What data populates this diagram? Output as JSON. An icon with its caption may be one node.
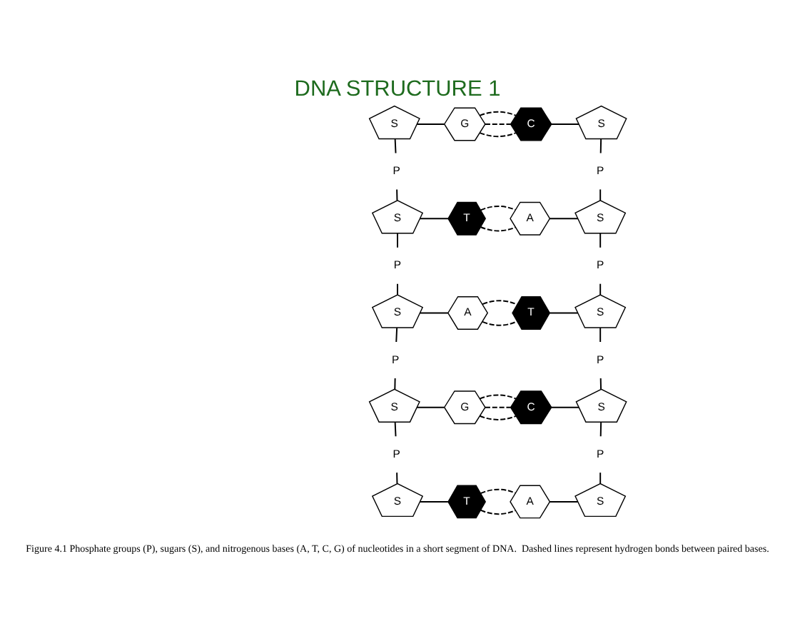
{
  "diagram": {
    "title": "DNA STRUCTURE 1",
    "caption": "Figure 4.1 Phosphate groups (P), sugars (S), and nitrogenous bases (A, T, C, G) of nucleotides in a short segment of DNA.  Dashed lines represent hydrogen bonds between paired bases.",
    "nodes": [
      {
        "text": [
          "S"
        ]
      },
      {
        "text": [
          "G"
        ]
      },
      {
        "text": [
          "C"
        ]
      },
      {
        "text": [
          "S"
        ]
      },
      {
        "text": [
          "P"
        ]
      },
      {
        "text": [
          "P"
        ]
      },
      {
        "text": [
          "S"
        ]
      },
      {
        "text": [
          "T"
        ]
      },
      {
        "text": [
          "A"
        ]
      },
      {
        "text": [
          "S"
        ]
      },
      {
        "text": [
          "P"
        ]
      },
      {
        "text": [
          "P"
        ]
      },
      {
        "text": [
          "S"
        ]
      },
      {
        "text": [
          "A"
        ]
      },
      {
        "text": [
          "T"
        ]
      },
      {
        "text": [
          "S"
        ]
      },
      {
        "text": [
          "P"
        ]
      },
      {
        "text": [
          "P"
        ]
      },
      {
        "text": [
          "S"
        ]
      },
      {
        "text": [
          "G"
        ]
      },
      {
        "text": [
          "C"
        ]
      },
      {
        "text": [
          "S"
        ]
      },
      {
        "text": [
          "P"
        ]
      },
      {
        "text": [
          "P"
        ]
      },
      {
        "text": [
          "S"
        ]
      },
      {
        "text": [
          "T"
        ]
      },
      {
        "text": [
          "A"
        ]
      },
      {
        "text": [
          "S"
        ]
      }
    ],
    "edges": [
      {
        "from": 0,
        "to": 1,
        "arrow": "none"
      },
      {
        "from": 1,
        "to": 2,
        "arrow": "none",
        "style": "dashed"
      },
      {
        "from": 1,
        "to": 2,
        "arrow": "none",
        "style": "dashed"
      },
      {
        "from": 1,
        "to": 2,
        "arrow": "none",
        "style": "dashed"
      },
      {
        "from": 2,
        "to": 3,
        "arrow": "none"
      },
      {
        "from": 0,
        "to": 4,
        "arrow": "none"
      },
      {
        "from": 3,
        "to": 5,
        "arrow": "none"
      },
      {
        "from": 4,
        "to": 6,
        "arrow": "none"
      },
      {
        "from": 5,
        "to": 9,
        "arrow": "none"
      },
      {
        "from": 6,
        "to": 7,
        "arrow": "none"
      },
      {
        "from": 7,
        "to": 8,
        "arrow": "none",
        "style": "dashed"
      },
      {
        "from": 7,
        "to": 8,
        "arrow": "none",
        "style": "dashed"
      },
      {
        "from": 8,
        "to": 9,
        "arrow": "none"
      },
      {
        "from": 9,
        "to": 10,
        "arrow": "none"
      },
      {
        "from": 6,
        "to": 11,
        "arrow": "none"
      },
      {
        "from": 10,
        "to": 15,
        "arrow": "none"
      },
      {
        "from": 11,
        "to": 12,
        "arrow": "none"
      },
      {
        "from": 12,
        "to": 13,
        "arrow": "none"
      },
      {
        "from": 13,
        "to": 14,
        "arrow": "none",
        "style": "dashed"
      },
      {
        "from": 13,
        "to": 14,
        "arrow": "none",
        "style": "dashed"
      },
      {
        "from": 14,
        "to": 15,
        "arrow": "none"
      },
      {
        "from": 15,
        "to": 16,
        "arrow": "none"
      },
      {
        "from": 12,
        "to": 17,
        "arrow": "none"
      },
      {
        "from": 16,
        "to": 21,
        "arrow": "none"
      },
      {
        "from": 17,
        "to": 18,
        "arrow": "none"
      },
      {
        "from": 18,
        "to": 19,
        "arrow": "none"
      },
      {
        "from": 19,
        "to": 20,
        "arrow": "none",
        "style": "dashed"
      },
      {
        "from": 19,
        "to": 20,
        "arrow": "none",
        "style": "dashed"
      },
      {
        "from": 19,
        "to": 20,
        "arrow": "none",
        "style": "dashed"
      },
      {
        "from": 20,
        "to": 21,
        "arrow": "none"
      },
      {
        "from": 21,
        "to": 22,
        "arrow": "none"
      },
      {
        "from": 18,
        "to": 23,
        "arrow": "none"
      },
      {
        "from": 22,
        "to": 27,
        "arrow": "none"
      },
      {
        "from": 23,
        "to": 24,
        "arrow": "none"
      },
      {
        "from": 24,
        "to": 25,
        "arrow": "none"
      },
      {
        "from": 25,
        "to": 26,
        "arrow": "none",
        "style": "dashed"
      },
      {
        "from": 25,
        "to": 26,
        "arrow": "none",
        "style": "dashed"
      },
      {
        "from": 26,
        "to": 27,
        "arrow": "none"
      }
    ]
  }
}
